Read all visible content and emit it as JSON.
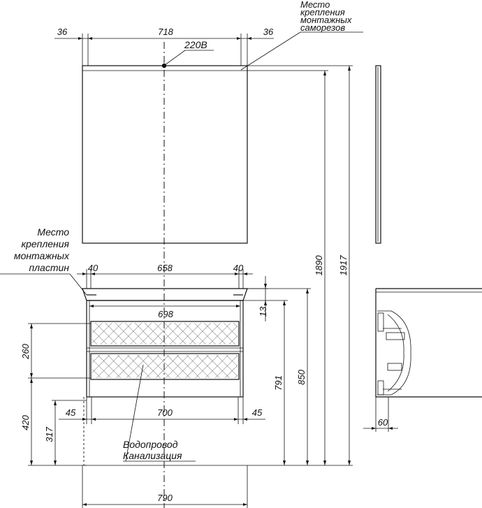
{
  "labels": {
    "mirror_screw_place": [
      "Место",
      "крепления",
      "монтажных",
      "саморезов"
    ],
    "cabinet_plate_place": [
      "Место",
      "крепления",
      "монтажных",
      "пластин"
    ],
    "power_socket": "220В",
    "water_supply": "Водопровод",
    "sewerage": "Канализация"
  },
  "dimensions": {
    "mirror_left_offset": "36",
    "mirror_width": "718",
    "mirror_right_offset": "36",
    "plate_left_offset": "40",
    "plate_span": "658",
    "plate_right_offset": "40",
    "inner_width": "698",
    "leg_left_offset": "45",
    "leg_span": "700",
    "leg_right_offset": "45",
    "total_width": "790",
    "top_thickness": "13",
    "cabinet_height": "791",
    "floor_to_top": "850",
    "mirror_mount_height": "1890",
    "total_height": "1917",
    "drawer_zone_height": "260",
    "water_height": "420",
    "sewer_height": "317",
    "wall_gap": "60"
  }
}
